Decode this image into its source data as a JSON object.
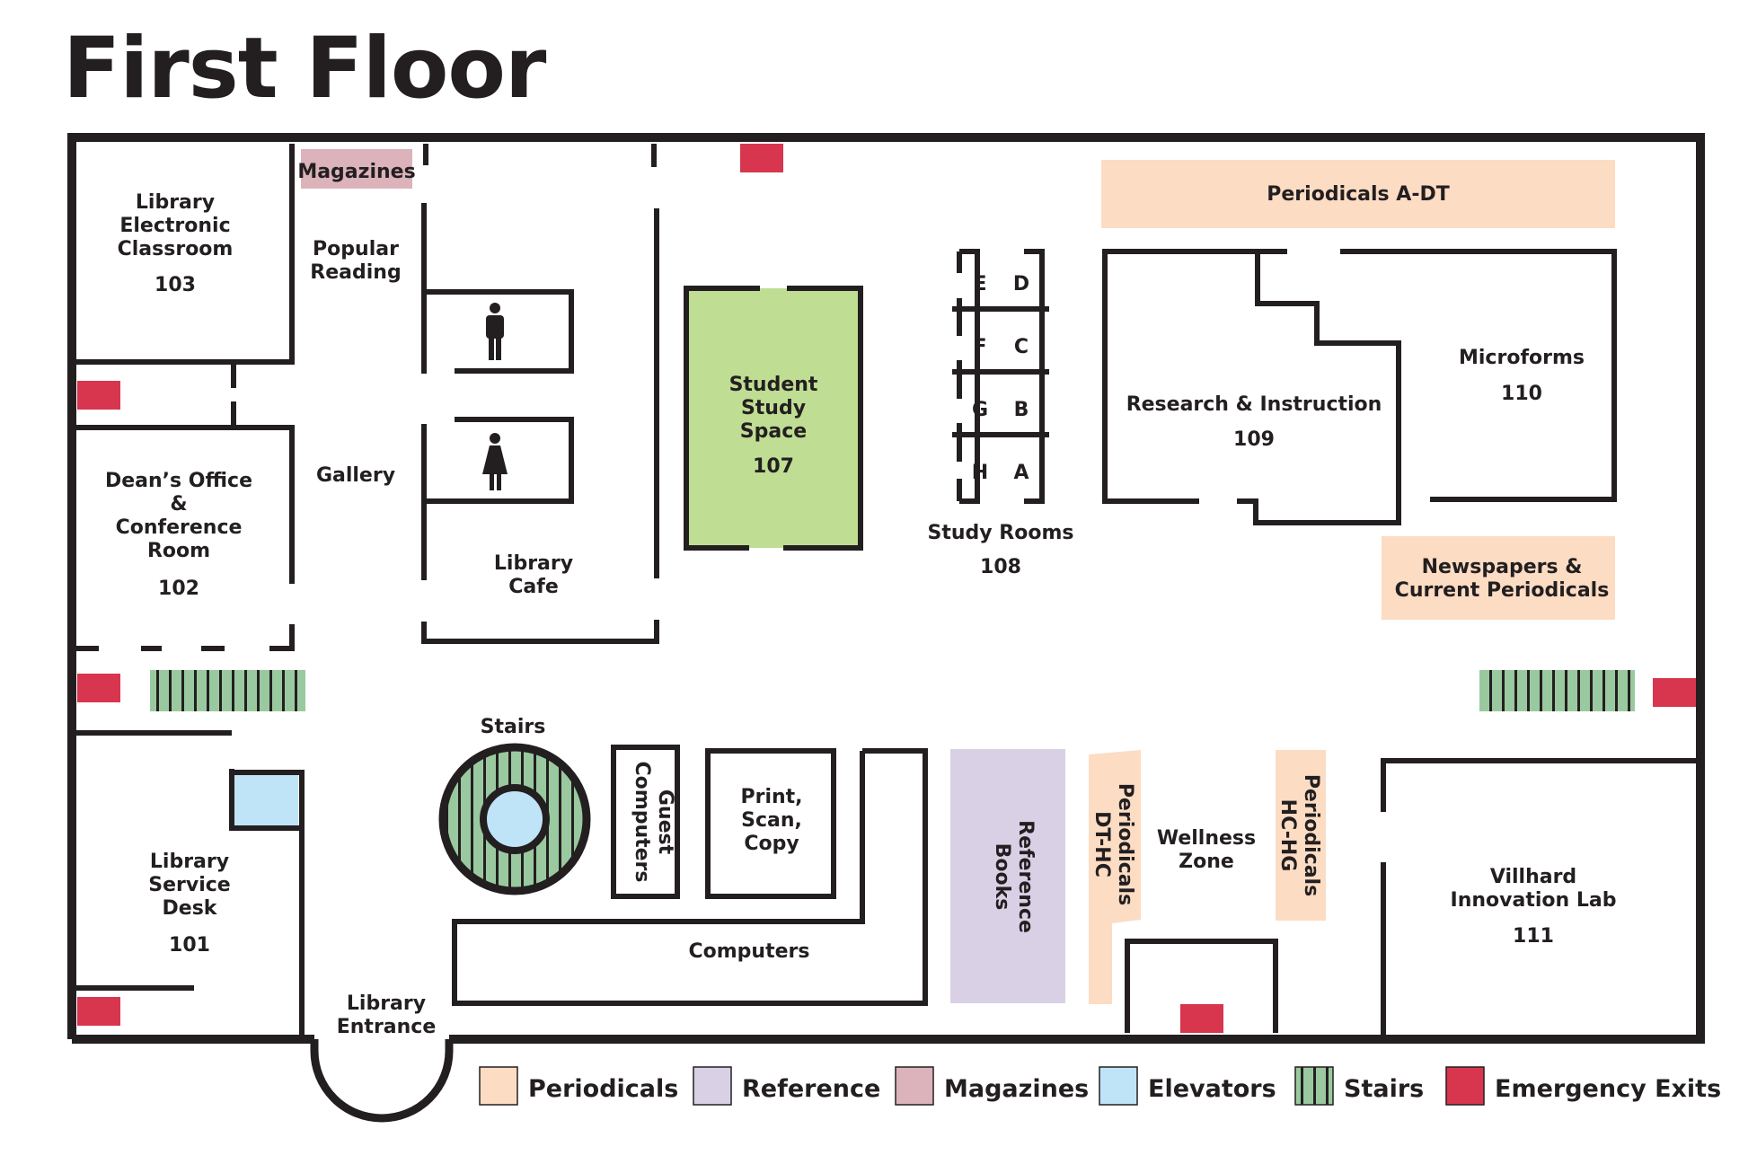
{
  "title": "First Floor",
  "colors": {
    "wall": "#231f20",
    "periodicals": "#fcdcc3",
    "reference": "#dad0e6",
    "magazines": "#dcb3bb",
    "elevators": "#bfe4f8",
    "stairs": "#9ac9a0",
    "exits": "#d8354f",
    "student_study": "#bfdd93"
  },
  "rooms": {
    "classroom": {
      "name_lines": [
        "Library",
        "Electronic",
        "Classroom"
      ],
      "number": "103"
    },
    "deans_office": {
      "name_lines": [
        "Dean’s Office",
        "&",
        "Conference",
        "Room"
      ],
      "number": "102"
    },
    "service_desk": {
      "name_lines": [
        "Library",
        "Service",
        "Desk"
      ],
      "number": "101"
    },
    "student_study": {
      "name_lines": [
        "Student",
        "Study",
        "Space"
      ],
      "number": "107"
    },
    "study_rooms": {
      "name": "Study Rooms",
      "number": "108",
      "letters": [
        "E",
        "D",
        "F",
        "C",
        "G",
        "B",
        "H",
        "A"
      ]
    },
    "research": {
      "name": "Research & Instruction",
      "number": "109"
    },
    "microforms": {
      "name": "Microforms",
      "number": "110"
    },
    "innovation_lab": {
      "name_lines": [
        "Villhard",
        "Innovation Lab"
      ],
      "number": "111"
    }
  },
  "areas": {
    "magazines": "Magazines",
    "popular_reading": [
      "Popular",
      "Reading"
    ],
    "gallery": "Gallery",
    "cafe": [
      "Library",
      "Cafe"
    ],
    "stairs": "Stairs",
    "guest_computers": [
      "Guest",
      "Computers"
    ],
    "print_scan": [
      "Print,",
      "Scan,",
      "Copy"
    ],
    "computers": "Computers",
    "reference_books": [
      "Reference",
      "Books"
    ],
    "periodicals_dt_hc": [
      "Periodicals",
      "DT-HC"
    ],
    "wellness_zone": [
      "Wellness",
      "Zone"
    ],
    "periodicals_hc_hg": [
      "Periodicals",
      "HC-HG"
    ],
    "periodicals_a_dt": "Periodicals A-DT",
    "newspapers": [
      "Newspapers &",
      "Current Periodicals"
    ],
    "entrance": [
      "Library",
      "Entrance"
    ]
  },
  "legend": [
    {
      "label": "Periodicals",
      "color": "#fcdcc3"
    },
    {
      "label": "Reference",
      "color": "#dad0e6"
    },
    {
      "label": "Magazines",
      "color": "#dcb3bb"
    },
    {
      "label": "Elevators",
      "color": "#bfe4f8"
    },
    {
      "label": "Stairs",
      "color": "#9ac9a0"
    },
    {
      "label": "Emergency Exits",
      "color": "#d8354f"
    }
  ]
}
